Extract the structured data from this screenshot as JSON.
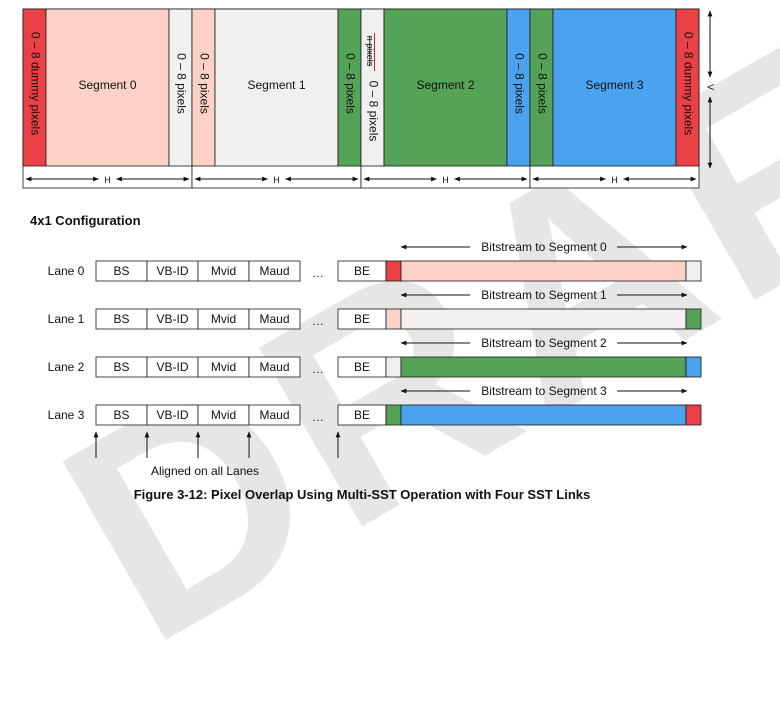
{
  "colors": {
    "red": "#ea4046",
    "pink": "#fdd2c6",
    "lightgray": "#f0f0f0",
    "green": "#55a357",
    "blue": "#4ba3ef",
    "outline": "#1a1a1a",
    "watermark": "#e6e6e6"
  },
  "watermark": "DRAFT",
  "segments": [
    {
      "label": "Segment 0",
      "left_strip": {
        "text": "0 – 8 dummy pixels",
        "color": "red"
      },
      "body_color": "pink",
      "right_strip": {
        "text": "0 – 8 pixels",
        "color": "lightgray"
      },
      "width_label": "H"
    },
    {
      "label": "Segment 1",
      "left_strip": {
        "text": "0 – 8 pixels",
        "color": "pink"
      },
      "body_color": "lightgray",
      "right_strip": {
        "text": "0 – 8 pixels",
        "color": "green"
      },
      "width_label": "H"
    },
    {
      "label": "Segment 2",
      "left_strip": {
        "text": "0 – 8 pixels",
        "struck_text": "n pixels",
        "color": "lightgray"
      },
      "body_color": "green",
      "right_strip": {
        "text": "0 – 8 pixels",
        "color": "blue"
      },
      "width_label": "H"
    },
    {
      "label": "Segment 3",
      "left_strip": {
        "text": "0 – 8 pixels",
        "color": "green"
      },
      "body_color": "blue",
      "right_strip": {
        "text": "0 – 8 dummy pixels",
        "color": "red"
      },
      "width_label": "H",
      "height_label": "V"
    }
  ],
  "config_title": "4x1 Configuration",
  "header_cells": [
    "BS",
    "VB-ID",
    "Mvid",
    "Maud"
  ],
  "ellipsis": "…",
  "be_label": "BE",
  "lanes": [
    {
      "label": "Lane 0",
      "bitstream": "Bitstream to Segment 0",
      "head_color": "red",
      "body_color": "pink",
      "tail_color": "lightgray"
    },
    {
      "label": "Lane 1",
      "bitstream": "Bitstream to Segment 1",
      "head_color": "pink",
      "body_color": "lightgray",
      "tail_color": "green"
    },
    {
      "label": "Lane 2",
      "bitstream": "Bitstream to Segment 2",
      "head_color": "lightgray",
      "body_color": "green",
      "tail_color": "blue"
    },
    {
      "label": "Lane 3",
      "bitstream": "Bitstream to Segment 3",
      "head_color": "green",
      "body_color": "blue",
      "tail_color": "red"
    }
  ],
  "aligned_label": "Aligned on all Lanes",
  "caption": "Figure 3-12: Pixel Overlap Using Multi-SST Operation with Four SST Links"
}
